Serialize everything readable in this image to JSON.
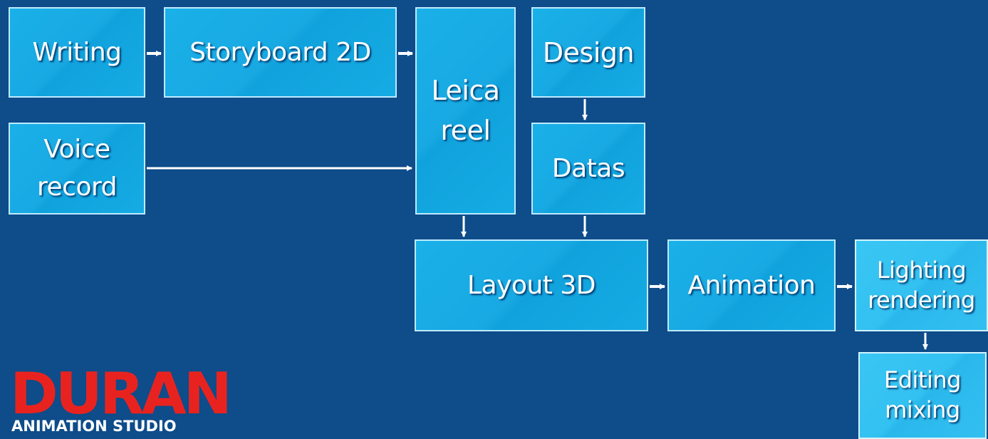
{
  "diagram": {
    "nodes": {
      "writing": "Writing",
      "storyboard": "Storyboard 2D",
      "leica": "Leica\nreel",
      "design": "Design",
      "voice": "Voice\nrecord",
      "datas": "Datas",
      "layout": "Layout 3D",
      "animation": "Animation",
      "lighting": "Lighting\nrendering",
      "editing": "Editing\nmixing"
    },
    "edges": [
      [
        "Writing",
        "Storyboard 2D"
      ],
      [
        "Storyboard 2D",
        "Leica reel"
      ],
      [
        "Voice record",
        "Leica reel"
      ],
      [
        "Design",
        "Datas"
      ],
      [
        "Leica reel",
        "Layout 3D"
      ],
      [
        "Datas",
        "Layout 3D"
      ],
      [
        "Layout 3D",
        "Animation"
      ],
      [
        "Animation",
        "Lighting rendering"
      ],
      [
        "Lighting rendering",
        "Editing mixing"
      ]
    ]
  },
  "logo": {
    "name": "DURAN",
    "subtitle": "ANIMATION STUDIO"
  },
  "colors": {
    "background": "#0e4c8a",
    "box_fill": "#18a9e3",
    "box_border": "#bfeaff",
    "logo_red": "#e8231f",
    "arrow": "#ffffff"
  }
}
